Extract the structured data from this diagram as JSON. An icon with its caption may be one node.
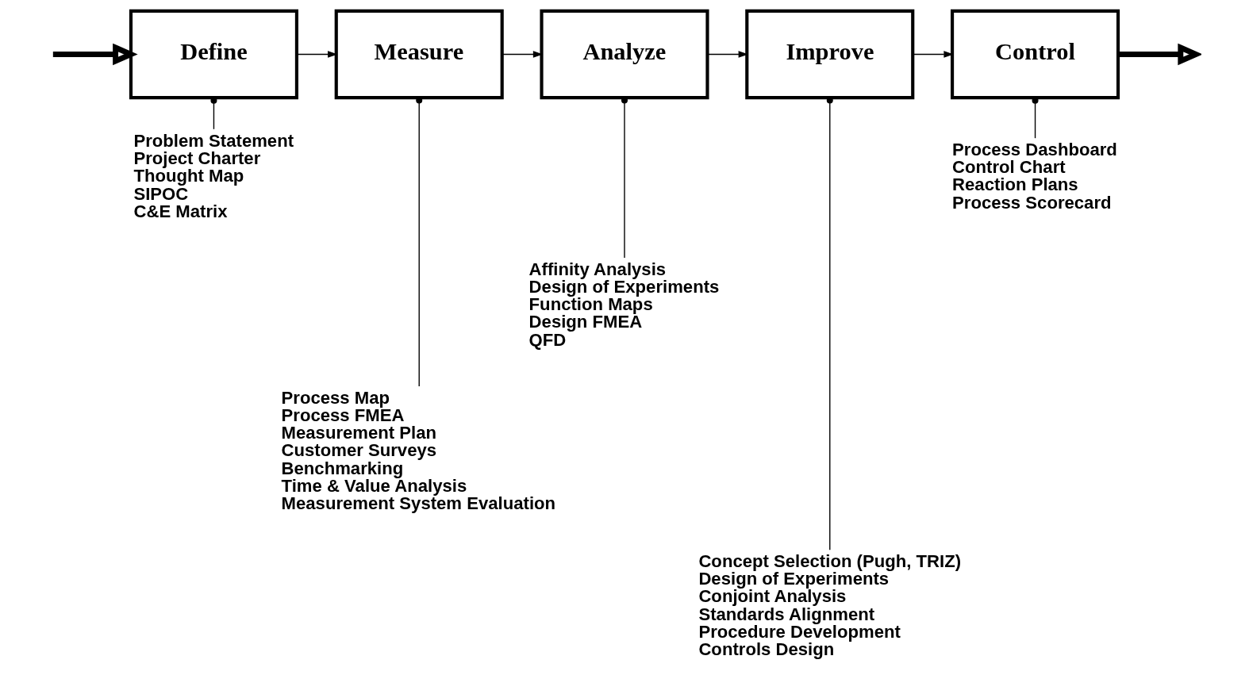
{
  "diagram": {
    "nodes": [
      {
        "text": [
          "Define"
        ]
      },
      {
        "text": [
          "Measure"
        ]
      },
      {
        "text": [
          "Analyze"
        ]
      },
      {
        "text": [
          "Improve"
        ]
      },
      {
        "text": [
          "Control"
        ]
      },
      {
        "text": [
          "Problem Statement",
          "Project Charter",
          "Thought Map",
          "SIPOC",
          "C&E Matrix"
        ]
      },
      {
        "text": [
          "Process Map",
          "Process FMEA",
          "Measurement Plan",
          "Customer Surveys",
          "Benchmarking",
          "Time & Value Analysis",
          "Measurement System Evaluation"
        ]
      },
      {
        "text": [
          "Affinity Analysis",
          "Design of Experiments",
          "Function Maps",
          "Design FMEA",
          "QFD"
        ]
      },
      {
        "text": [
          "Concept Selection (Pugh, TRIZ)",
          "Design of Experiments",
          "Conjoint Analysis",
          "Standards Alignment",
          "Procedure Development",
          "Controls Design"
        ]
      },
      {
        "text": [
          "Process Dashboard",
          "Control Chart",
          "Reaction Plans",
          "Process Scorecard"
        ]
      }
    ],
    "edges": [
      {
        "from": null,
        "to": 0,
        "arrow": "to",
        "style": "thick"
      },
      {
        "from": 0,
        "to": 1,
        "arrow": "to"
      },
      {
        "from": 1,
        "to": 2,
        "arrow": "to"
      },
      {
        "from": 2,
        "to": 3,
        "arrow": "to"
      },
      {
        "from": 3,
        "to": 4,
        "arrow": "to"
      },
      {
        "from": 4,
        "to": null,
        "arrow": "to",
        "style": "thick"
      },
      {
        "from": 0,
        "to": 5,
        "arrow": "other"
      },
      {
        "from": 1,
        "to": 6,
        "arrow": "other"
      },
      {
        "from": 2,
        "to": 7,
        "arrow": "other"
      },
      {
        "from": 3,
        "to": 8,
        "arrow": "other"
      },
      {
        "from": 4,
        "to": 9,
        "arrow": "other"
      }
    ]
  }
}
